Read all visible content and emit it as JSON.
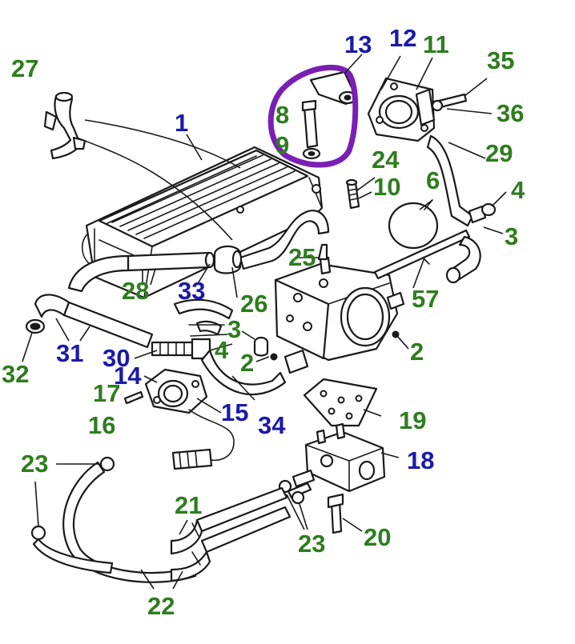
{
  "colors": {
    "green_label": "#2e7d1e",
    "blue_label": "#1a1aa8",
    "highlight": "#7a1fb5",
    "line": "#1a1a1a"
  },
  "highlight": {
    "shape": "hand-drawn-circle",
    "encloses": [
      "8",
      "9",
      "13"
    ]
  },
  "labels": [
    {
      "id": "l1",
      "text": "1",
      "color": "blue"
    },
    {
      "id": "l2a",
      "text": "2",
      "color": "green"
    },
    {
      "id": "l2b",
      "text": "2",
      "color": "green"
    },
    {
      "id": "l3a",
      "text": "3",
      "color": "green"
    },
    {
      "id": "l3b",
      "text": "3",
      "color": "green"
    },
    {
      "id": "l4a",
      "text": "4",
      "color": "green"
    },
    {
      "id": "l4b",
      "text": "4",
      "color": "green"
    },
    {
      "id": "l6",
      "text": "6",
      "color": "green"
    },
    {
      "id": "l8",
      "text": "8",
      "color": "green"
    },
    {
      "id": "l9",
      "text": "9",
      "color": "green"
    },
    {
      "id": "l10",
      "text": "10",
      "color": "green"
    },
    {
      "id": "l11",
      "text": "11",
      "color": "green"
    },
    {
      "id": "l12",
      "text": "12",
      "color": "blue"
    },
    {
      "id": "l13",
      "text": "13",
      "color": "blue"
    },
    {
      "id": "l14",
      "text": "14",
      "color": "blue"
    },
    {
      "id": "l15",
      "text": "15",
      "color": "blue"
    },
    {
      "id": "l16",
      "text": "16",
      "color": "green"
    },
    {
      "id": "l17",
      "text": "17",
      "color": "green"
    },
    {
      "id": "l18",
      "text": "18",
      "color": "blue"
    },
    {
      "id": "l19",
      "text": "19",
      "color": "green"
    },
    {
      "id": "l20",
      "text": "20",
      "color": "green"
    },
    {
      "id": "l21",
      "text": "21",
      "color": "green"
    },
    {
      "id": "l22",
      "text": "22",
      "color": "green"
    },
    {
      "id": "l23a",
      "text": "23",
      "color": "green"
    },
    {
      "id": "l23b",
      "text": "23",
      "color": "green"
    },
    {
      "id": "l24",
      "text": "24",
      "color": "green"
    },
    {
      "id": "l25",
      "text": "25",
      "color": "green"
    },
    {
      "id": "l26",
      "text": "26",
      "color": "green"
    },
    {
      "id": "l27",
      "text": "27",
      "color": "green"
    },
    {
      "id": "l28",
      "text": "28",
      "color": "green"
    },
    {
      "id": "l29",
      "text": "29",
      "color": "green"
    },
    {
      "id": "l30",
      "text": "30",
      "color": "blue"
    },
    {
      "id": "l31",
      "text": "31",
      "color": "blue"
    },
    {
      "id": "l32",
      "text": "32",
      "color": "green"
    },
    {
      "id": "l33",
      "text": "33",
      "color": "blue"
    },
    {
      "id": "l34",
      "text": "34",
      "color": "blue"
    },
    {
      "id": "l35",
      "text": "35",
      "color": "green"
    },
    {
      "id": "l36",
      "text": "36",
      "color": "green"
    },
    {
      "id": "l57",
      "text": "57",
      "color": "green"
    }
  ]
}
